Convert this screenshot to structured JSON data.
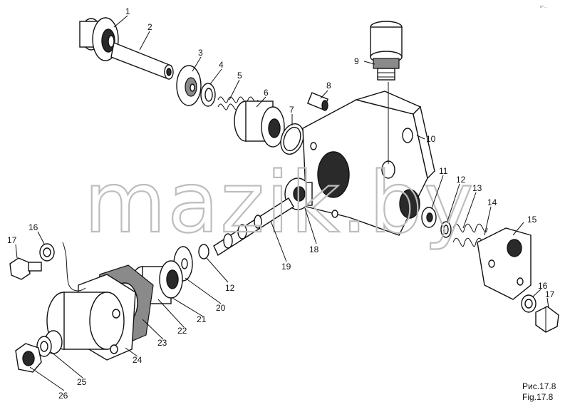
{
  "diagram": {
    "watermark": "mazik.by",
    "caption_ru": "Рис.17.8",
    "caption_en": "Fig.17.8",
    "corner_mark": "nº ...",
    "labels": [
      {
        "text": "1"
      },
      {
        "text": "2"
      },
      {
        "text": "3"
      },
      {
        "text": "4"
      },
      {
        "text": "5"
      },
      {
        "text": "6"
      },
      {
        "text": "7"
      },
      {
        "text": "8"
      },
      {
        "text": "9"
      },
      {
        "text": "10"
      },
      {
        "text": "11"
      },
      {
        "text": "12"
      },
      {
        "text": "13"
      },
      {
        "text": "14"
      },
      {
        "text": "15"
      },
      {
        "text": "16"
      },
      {
        "text": "17"
      },
      {
        "text": "12"
      },
      {
        "text": "18"
      },
      {
        "text": "19"
      },
      {
        "text": "20"
      },
      {
        "text": "21"
      },
      {
        "text": "22"
      },
      {
        "text": "23"
      },
      {
        "text": "24"
      },
      {
        "text": "16"
      },
      {
        "text": "17"
      },
      {
        "text": "25"
      },
      {
        "text": "26"
      }
    ]
  }
}
